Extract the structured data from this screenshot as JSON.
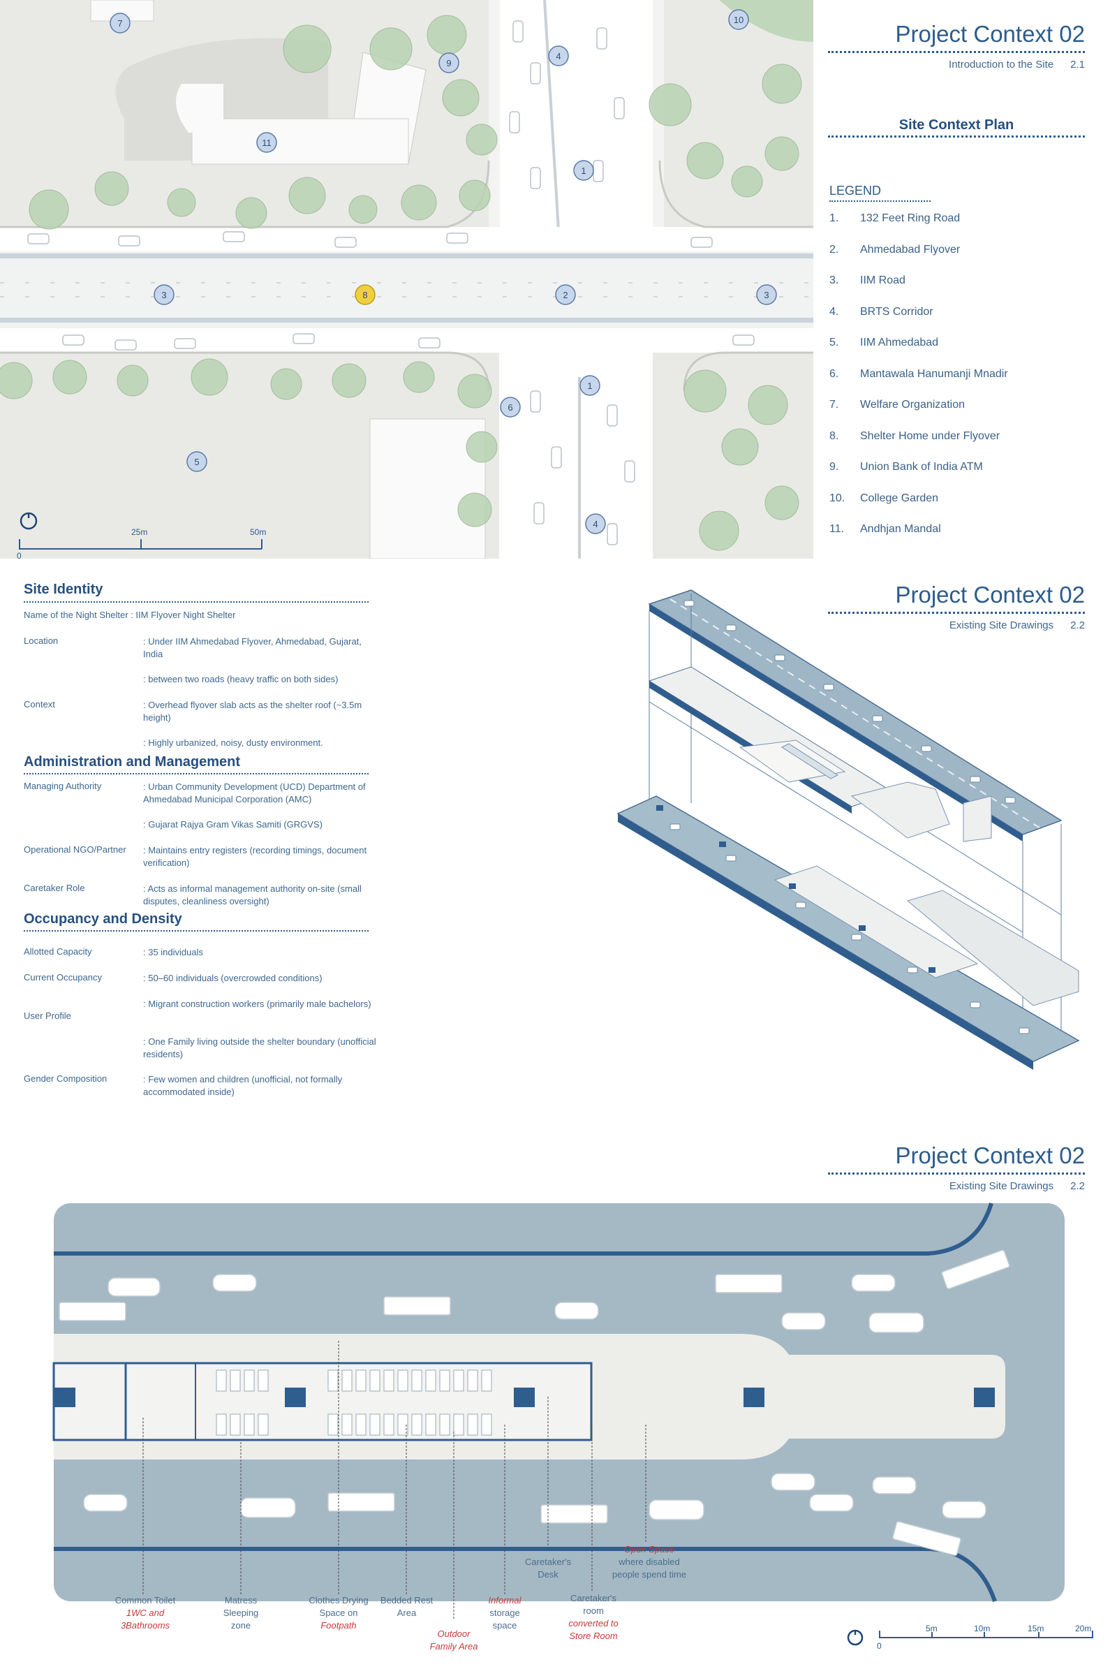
{
  "page1": {
    "title": "Project Context",
    "num": "02",
    "subtitle": "Introduction to the Site",
    "section": "2.1",
    "plan_title": "Site Context Plan",
    "legend_title": "LEGEND",
    "legend": [
      {
        "n": "1.",
        "label": "132 Feet Ring Road"
      },
      {
        "n": "2.",
        "label": "Ahmedabad Flyover"
      },
      {
        "n": "3.",
        "label": "IIM Road"
      },
      {
        "n": "4.",
        "label": "BRTS Corridor"
      },
      {
        "n": "5.",
        "label": "IIM Ahmedabad"
      },
      {
        "n": "6.",
        "label": "Mantawala Hanumanji Mnadir"
      },
      {
        "n": "7.",
        "label": "Welfare Organization"
      },
      {
        "n": "8.",
        "label": "Shelter Home under Flyover"
      },
      {
        "n": "9.",
        "label": "Union Bank of India ATM"
      },
      {
        "n": "10.",
        "label": "College Garden"
      },
      {
        "n": "11.",
        "label": "Andhjan Mandal"
      }
    ],
    "markers": [
      "7",
      "10",
      "9",
      "4",
      "11",
      "1",
      "3",
      "8",
      "2",
      "3",
      "1",
      "6",
      "5",
      "4"
    ],
    "scale": {
      "zero": "0",
      "a": "25m",
      "b": "50m"
    }
  },
  "page2": {
    "title": "Project Context",
    "num": "02",
    "subtitle": "Existing Site Drawings",
    "section": "2.2",
    "identity": {
      "heading": "Site Identity",
      "name_label": "Name of the Night Shelter",
      "name_value": ": IIM Flyover Night Shelter",
      "location_label": "Location",
      "location_v1": ": Under IIM Ahmedabad Flyover, Ahmedabad, Gujarat, India",
      "location_v2": ": between two roads (heavy traffic on both sides)",
      "context_label": "Context",
      "context_v1": ": Overhead flyover slab acts as the shelter roof (~3.5m height)",
      "context_v2": ": Highly urbanized, noisy, dusty environment."
    },
    "admin": {
      "heading": "Administration and Management",
      "auth_label": "Managing Authority",
      "auth_v1": ": Urban Community Development (UCD) Department of Ahmedabad Municipal Corporation (AMC)",
      "auth_v2": ": Gujarat Rajya Gram Vikas Samiti (GRGVS)",
      "ngo_label": "Operational NGO/Partner",
      "ngo_v": ": Maintains entry registers (recording timings, document verification)",
      "care_label": "Caretaker Role",
      "care_v": ": Acts as informal management authority on-site (small disputes, cleanliness oversight)"
    },
    "occupancy": {
      "heading": "Occupancy and Density",
      "cap_label": "Allotted Capacity",
      "cap_v": ": 35 individuals",
      "cur_label": "Current Occupancy",
      "cur_v": ": 50–60 individuals (overcrowded conditions)",
      "user_label": "User Profile",
      "user_v1": ": Migrant construction workers (primarily male bachelors)",
      "user_v2": ": One Family living outside the shelter boundary (unofficial residents)",
      "gender_label": "Gender Composition",
      "gender_v": ": Few women and children (unofficial, not formally accommodated inside)"
    }
  },
  "page3": {
    "title": "Project Context",
    "num": "02",
    "subtitle": "Existing Site Drawings",
    "section": "2.2",
    "callouts": {
      "toilet_a": "Common Toilet",
      "toilet_b": "1WC and",
      "toilet_c": "3Bathrooms",
      "mat_a": "Matress",
      "mat_b": "Sleeping",
      "mat_c": "zone",
      "cloth_a": "Clothes Drying",
      "cloth_b": "Space on",
      "cloth_c": "Footpath",
      "bed_a": "Bedded Rest",
      "bed_b": "Area",
      "out_a": "Outdoor",
      "out_b": "Family Area",
      "inf_a": "Informal",
      "inf_b": "storage",
      "inf_c": "space",
      "desk_a": "Caretaker's",
      "desk_b": "Desk",
      "room_a": "Caretaker's",
      "room_b": "room",
      "room_c": "converted to",
      "room_d": "Store Room",
      "open_a": "Open Space",
      "open_b": "where disabled",
      "open_c": "people spend time"
    },
    "scale": {
      "zero": "0",
      "a": "5m",
      "b": "10m",
      "c": "15m",
      "d": "20m"
    }
  },
  "colors": {
    "accent": "#2d5b8c",
    "road": "#a9bcc8",
    "highlight": "#f2cf3d"
  }
}
